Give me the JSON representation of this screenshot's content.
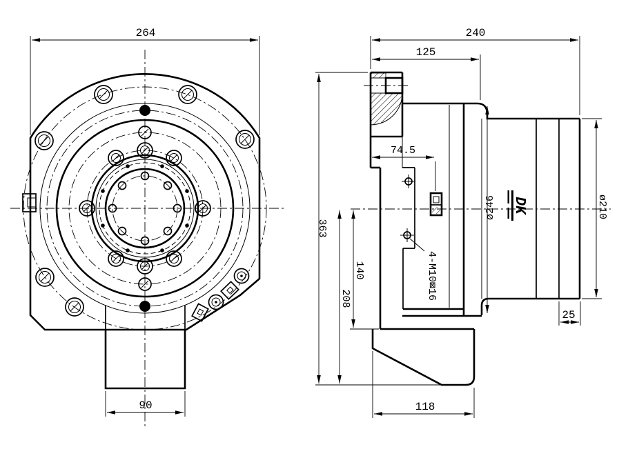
{
  "front_view": {
    "dim_overall_width": "264",
    "dim_tab_width": "90"
  },
  "side_view": {
    "dim_overall_length": "240",
    "dim_flange_depth": "125",
    "dim_plug_offset": "74.5",
    "dim_overall_height": "363",
    "dim_lower_height": "208",
    "dim_mid_height": "140",
    "note_tapped_holes": "4-M10⊠16",
    "dim_body_diameter": "ø246",
    "dim_output_diameter": "ø210",
    "dim_step_width": "25",
    "dim_foot_width": "118"
  },
  "brand": {
    "logo_text": "DK"
  }
}
